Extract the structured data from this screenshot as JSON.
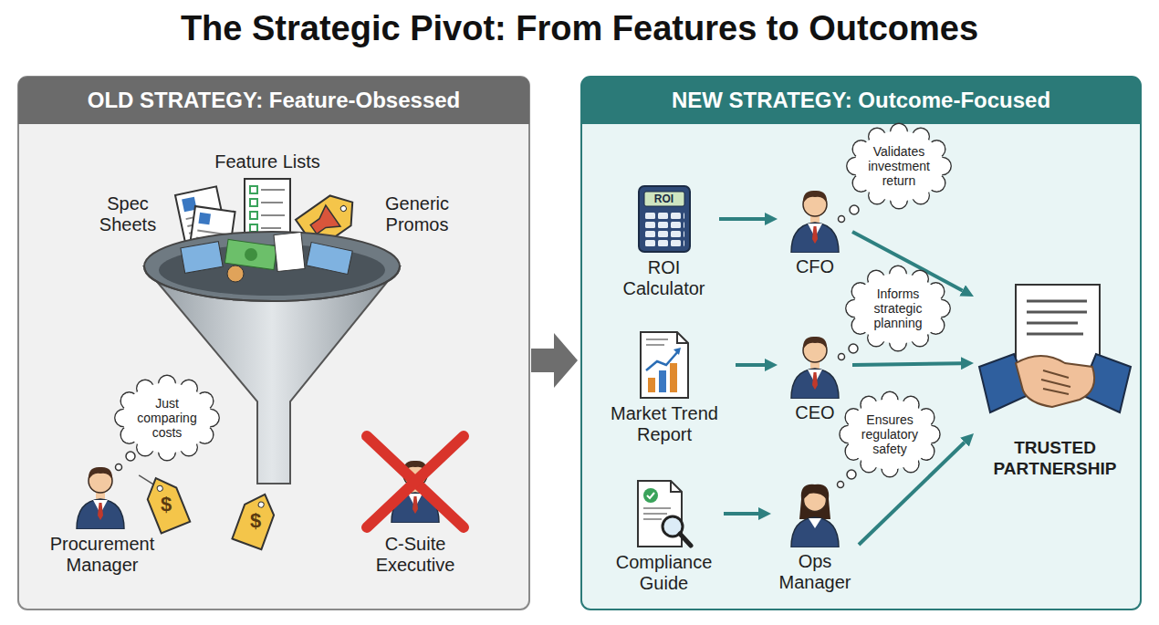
{
  "diagram": {
    "title": "The Strategic Pivot: From Features to Outcomes",
    "nodes": [
      {
        "text": [
          "OLD STRATEGY: Feature-Obsessed"
        ]
      },
      {
        "text": [
          "Just comparing costs"
        ],
        "in": 0
      },
      {
        "text": [
          "NEW STRATEGY: Outcome-Focused"
        ]
      },
      {
        "text": [
          "ROI",
          "ROI Calculator"
        ],
        "in": 2
      },
      {
        "text": [
          "CFO"
        ],
        "in": 2
      },
      {
        "text": [
          "Validates investment return"
        ],
        "in": 2
      },
      {
        "text": [
          "Market Trend Report"
        ],
        "in": 2
      },
      {
        "text": [
          "CEO"
        ],
        "in": 2
      },
      {
        "text": [
          "Informs strategic planning"
        ],
        "in": 2
      },
      {
        "text": [
          "Compliance Guide"
        ],
        "in": 2
      },
      {
        "text": [
          "Ops Manager"
        ],
        "in": 2
      },
      {
        "text": [
          "Ensures regulatory safety"
        ],
        "in": 2
      },
      {
        "text": [
          "TRUSTED PARTNERSHIP"
        ],
        "in": 2
      }
    ],
    "edges": [
      {
        "from": 0,
        "to": 2,
        "arrow": "to"
      },
      {
        "from": 3,
        "to": 4,
        "arrow": "to"
      },
      {
        "from": 6,
        "to": 7,
        "arrow": "to"
      },
      {
        "from": 9,
        "to": 10,
        "arrow": "to"
      },
      {
        "from": 4,
        "to": 12,
        "arrow": "to"
      },
      {
        "from": 7,
        "to": 12,
        "arrow": "to"
      },
      {
        "from": 10,
        "to": 12,
        "arrow": "to"
      }
    ],
    "labels": [
      "Feature Lists",
      "Spec Sheets",
      "Generic Promos",
      "Procurement Manager",
      "C-Suite Executive",
      "$",
      "$"
    ]
  }
}
